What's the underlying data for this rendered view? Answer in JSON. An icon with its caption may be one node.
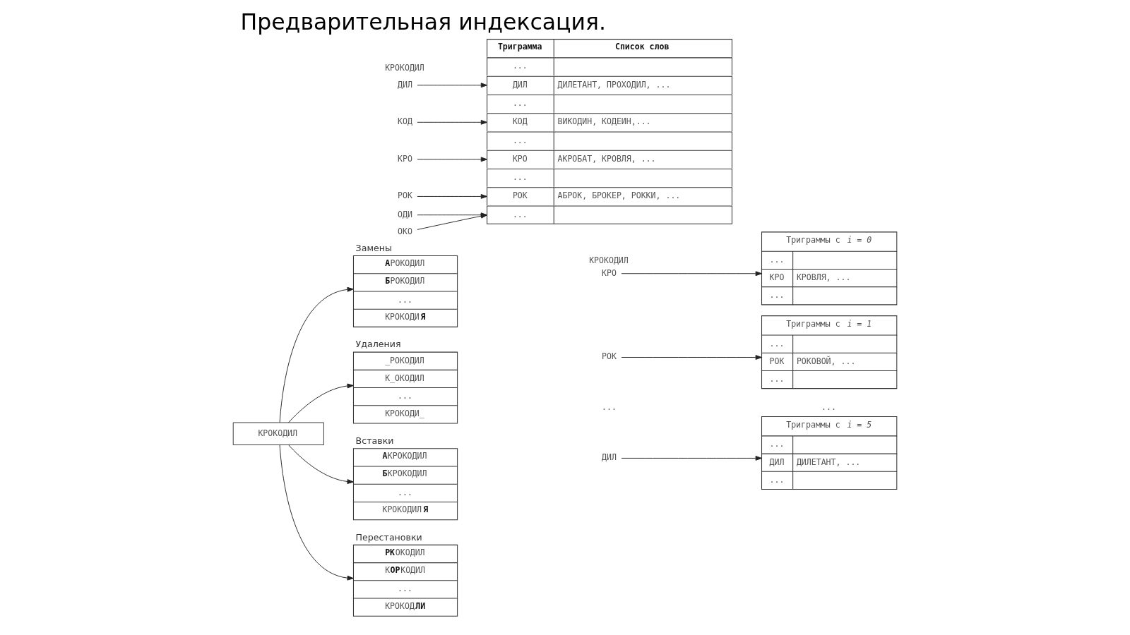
{
  "diagram": {
    "title": "Предварительная индексация.",
    "nodes": [
      {
        "text": [
          "КРОКОДИЛ"
        ]
      },
      {
        "text": [
          "Замены",
          "**А**РОКОДИЛ",
          "**Б**РОКОДИЛ",
          "...",
          "КРОКОДИ**Я**"
        ]
      },
      {
        "text": [
          "Удаления",
          "_РОКОДИЛ",
          "К_ОКОДИЛ",
          "...",
          "КРОКОДИ_"
        ]
      },
      {
        "text": [
          "Вставки",
          "**А**КРОКОДИЛ",
          "**Б**КРОКОДИЛ",
          "...",
          "КРОКОДИЛ**Я**"
        ]
      },
      {
        "text": [
          "Перестановки",
          "**РК**ОКОДИЛ",
          "К**ОР**КОДИЛ",
          "...",
          "КРОКОД**ЛИ**"
        ]
      },
      {
        "text": [
          "КРО"
        ]
      },
      {
        "text": [
          "РОК"
        ]
      },
      {
        "text": [
          "ОКО"
        ]
      },
      {
        "text": [
          "КОД"
        ]
      },
      {
        "text": [
          "ОДИ"
        ]
      },
      {
        "text": [
          "ДИЛ"
        ]
      },
      {
        "text": [
          "Триграмма",
          "Список слов"
        ]
      },
      {
        "text": [
          "..."
        ]
      },
      {
        "text": [
          "ДИЛ",
          "ДИЛЕТАНТ, ПРОХОДИЛ, ..."
        ]
      },
      {
        "text": [
          "..."
        ]
      },
      {
        "text": [
          "КОД",
          "ВИКОДИН, КОДЕИН,..."
        ]
      },
      {
        "text": [
          "..."
        ]
      },
      {
        "text": [
          "КРО",
          "АКРОБАТ, КРОВЛЯ, ..."
        ]
      },
      {
        "text": [
          "..."
        ]
      },
      {
        "text": [
          "РОК",
          "АБРОК, БРОКЕР, РОККИ, ..."
        ]
      },
      {
        "text": [
          "..."
        ]
      },
      {
        "text": [
          "КРО"
        ]
      },
      {
        "text": [
          "РОК"
        ]
      },
      {
        "text": [
          "ДИЛ"
        ]
      },
      {
        "text": [
          "Триграммы с *i = 0*",
          "...",
          "КРО",
          "КРОВЛЯ, ...",
          "..."
        ]
      },
      {
        "text": [
          "Триграммы с *i = 1*",
          "...",
          "РОК",
          "РОКОВОЙ, ...",
          "..."
        ]
      },
      {
        "text": [
          "Триграммы с *i = 5*",
          "...",
          "ДИЛ",
          "ДИЛЕТАНТ, ...",
          "..."
        ]
      }
    ],
    "edges": [
      {
        "from": 0,
        "to": 1,
        "arrow": "to"
      },
      {
        "from": 0,
        "to": 2,
        "arrow": "to"
      },
      {
        "from": 0,
        "to": 3,
        "arrow": "to"
      },
      {
        "from": 0,
        "to": 4,
        "arrow": "to"
      },
      {
        "from": 5,
        "to": 17,
        "arrow": "to"
      },
      {
        "from": 6,
        "to": 19,
        "arrow": "to"
      },
      {
        "from": 7,
        "to": 20,
        "arrow": "to"
      },
      {
        "from": 8,
        "to": 15,
        "arrow": "to"
      },
      {
        "from": 9,
        "to": 20,
        "arrow": "to"
      },
      {
        "from": 10,
        "to": 13,
        "arrow": "to"
      },
      {
        "from": 21,
        "to": 24,
        "arrow": "to"
      },
      {
        "from": 22,
        "to": 25,
        "arrow": "to"
      },
      {
        "from": 23,
        "to": 26,
        "arrow": "to"
      }
    ],
    "labels": [
      "КРОКОДИЛ",
      "КРОКОДИЛ",
      "...",
      "..."
    ]
  }
}
